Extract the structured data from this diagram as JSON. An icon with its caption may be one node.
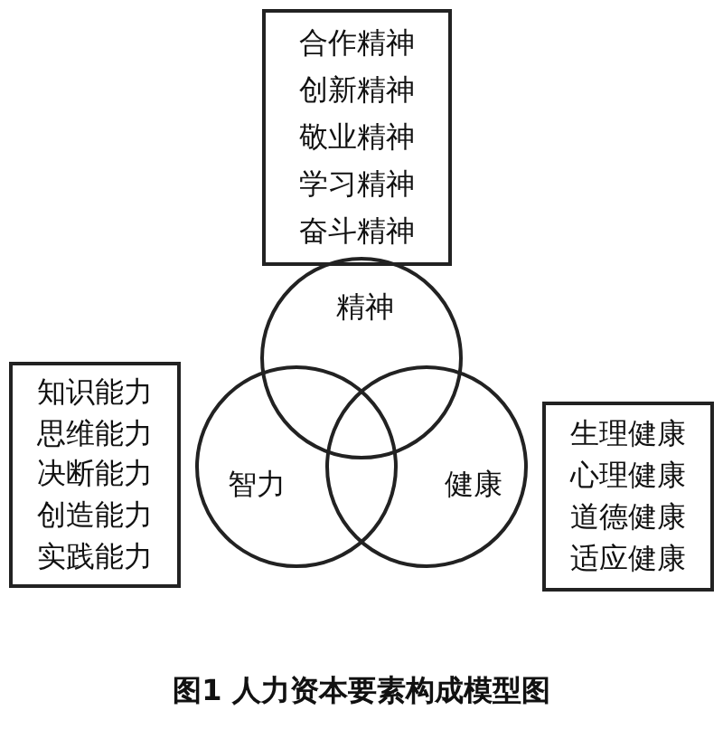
{
  "diagram": {
    "caption": "图1 人力资本要素构成模型图",
    "nodes": [
      {
        "text": [
          "合作精神",
          "创新精神",
          "敬业精神",
          "学习精神",
          "奋斗精神"
        ]
      },
      {
        "text": [
          "知识能力",
          "思维能力",
          "决断能力",
          "创造能力",
          "实践能力"
        ]
      },
      {
        "text": [
          "精神"
        ]
      },
      {
        "text": [
          "智力"
        ]
      },
      {
        "text": [
          "健康"
        ]
      },
      {
        "text": [
          "生理健康",
          "心理健康",
          "道德健康",
          "适应健康"
        ]
      }
    ]
  }
}
